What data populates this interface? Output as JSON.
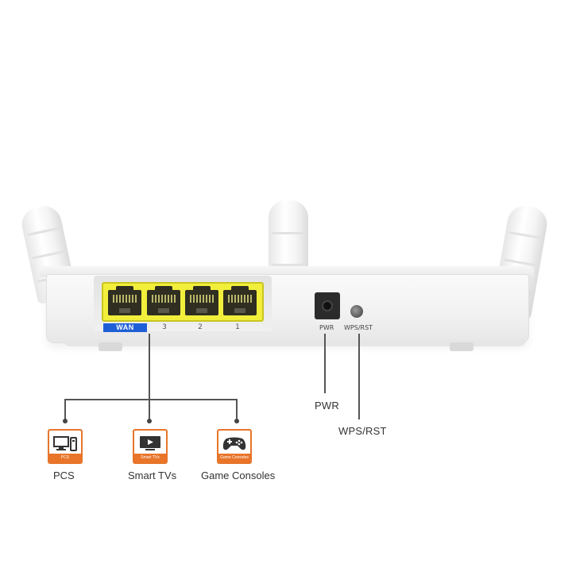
{
  "router": {
    "wan_label": "WAN",
    "lan_ports": [
      "3",
      "2",
      "1"
    ],
    "pwr_label": "PWR",
    "wps_rst_label": "WPS/RST",
    "port_color": "#f2ef3c",
    "wan_color": "#1f5fd6"
  },
  "callouts": {
    "pwr": "PWR",
    "wps_rst": "WPS/RST"
  },
  "devices": [
    {
      "strip": "PCS",
      "caption": "PCS",
      "icon": "pc-icon"
    },
    {
      "strip": "Smart TVs",
      "caption": "Smart TVs",
      "icon": "tv-icon"
    },
    {
      "strip": "Game Consoles",
      "caption": "Game Consoles",
      "icon": "gamepad-icon"
    }
  ],
  "accent_color": "#e8752a"
}
